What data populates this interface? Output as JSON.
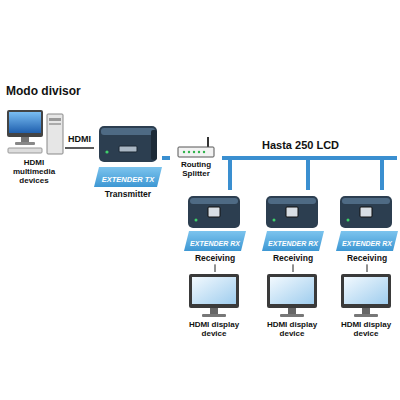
{
  "diagram": {
    "nodes": [
      {
        "text": [
          "HDMI multimedia devices"
        ]
      },
      {
        "text": [
          "EXTENDER TX",
          "Transmitter"
        ]
      },
      {
        "text": [
          "Routing Splitter"
        ]
      },
      {
        "text": [
          "EXTENDER RX",
          "Receiving"
        ]
      },
      {
        "text": [
          "EXTENDER RX",
          "Receiving"
        ]
      },
      {
        "text": [
          "EXTENDER RX",
          "Receiving"
        ]
      },
      {
        "text": [
          "HDMI display device"
        ]
      },
      {
        "text": [
          "HDMI display device"
        ]
      },
      {
        "text": [
          "HDMI display device"
        ]
      }
    ],
    "edges": [
      {
        "from": 0,
        "to": 1,
        "label": "HDMI",
        "arrow": "none"
      },
      {
        "from": 1,
        "to": 2,
        "arrow": "none"
      },
      {
        "from": 2,
        "to": 3,
        "arrow": "none"
      },
      {
        "from": 2,
        "to": 4,
        "arrow": "none"
      },
      {
        "from": 2,
        "to": 5,
        "arrow": "none"
      },
      {
        "from": 3,
        "to": 6,
        "arrow": "none"
      },
      {
        "from": 4,
        "to": 7,
        "arrow": "none"
      },
      {
        "from": 5,
        "to": 8,
        "arrow": "none"
      }
    ],
    "labels": [
      "Modo divisor",
      "Hasta 250 LCD"
    ]
  }
}
